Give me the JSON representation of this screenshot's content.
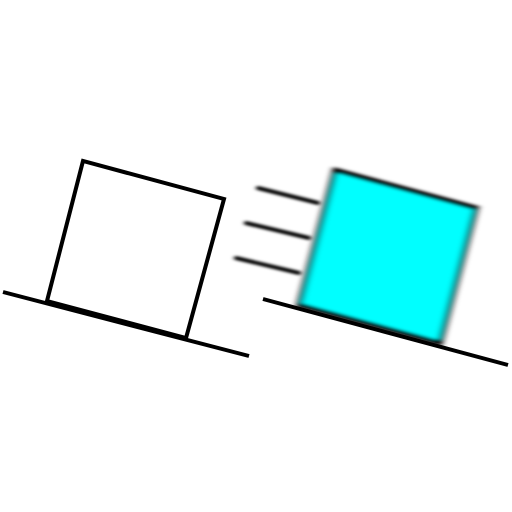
{
  "colors": {
    "background": "#ffffff",
    "stroke": "#000000",
    "static_box_fill": "#ffffff",
    "moving_box_fill": "#00ffff"
  },
  "panels": [
    {
      "id": "at-rest",
      "box": {
        "state": "stationary",
        "fill": "white",
        "blurred": false
      },
      "motion_lines": 0
    },
    {
      "id": "in-motion",
      "box": {
        "state": "sliding",
        "fill": "cyan",
        "blurred": true
      },
      "motion_lines": 3
    }
  ],
  "icons": [
    "incline-surface",
    "block",
    "motion-lines"
  ]
}
